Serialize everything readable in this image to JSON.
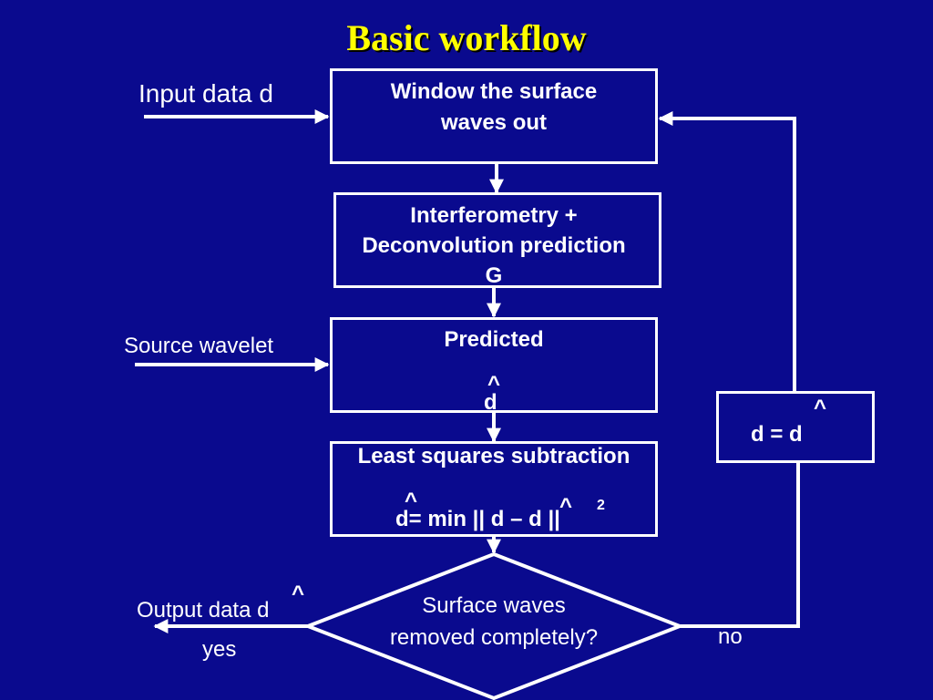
{
  "title": "Basic workflow",
  "inputs": {
    "input_data": "Input data d",
    "source_wavelet": "Source wavelet",
    "output_data": "Output data d"
  },
  "boxes": {
    "window": {
      "line1": "Window the surface",
      "line2": "waves out"
    },
    "interferometry": {
      "line1": "Interferometry +",
      "line2": "Deconvolution prediction",
      "line3": "G"
    },
    "predicted": {
      "line1": "Predicted",
      "line2": "d"
    },
    "least_squares": {
      "line1": "Least squares subtraction",
      "equation": "d= min || d – d ||",
      "exponent": "2"
    },
    "update": {
      "equation": "d  =  d"
    }
  },
  "decision": {
    "line1": "Surface waves",
    "line2": "removed completely?"
  },
  "branches": {
    "yes": "yes",
    "no": "no"
  },
  "hat_symbol": "^",
  "colors": {
    "background": "#0a0a8e",
    "title": "#ffff00",
    "foreground": "#ffffff"
  }
}
